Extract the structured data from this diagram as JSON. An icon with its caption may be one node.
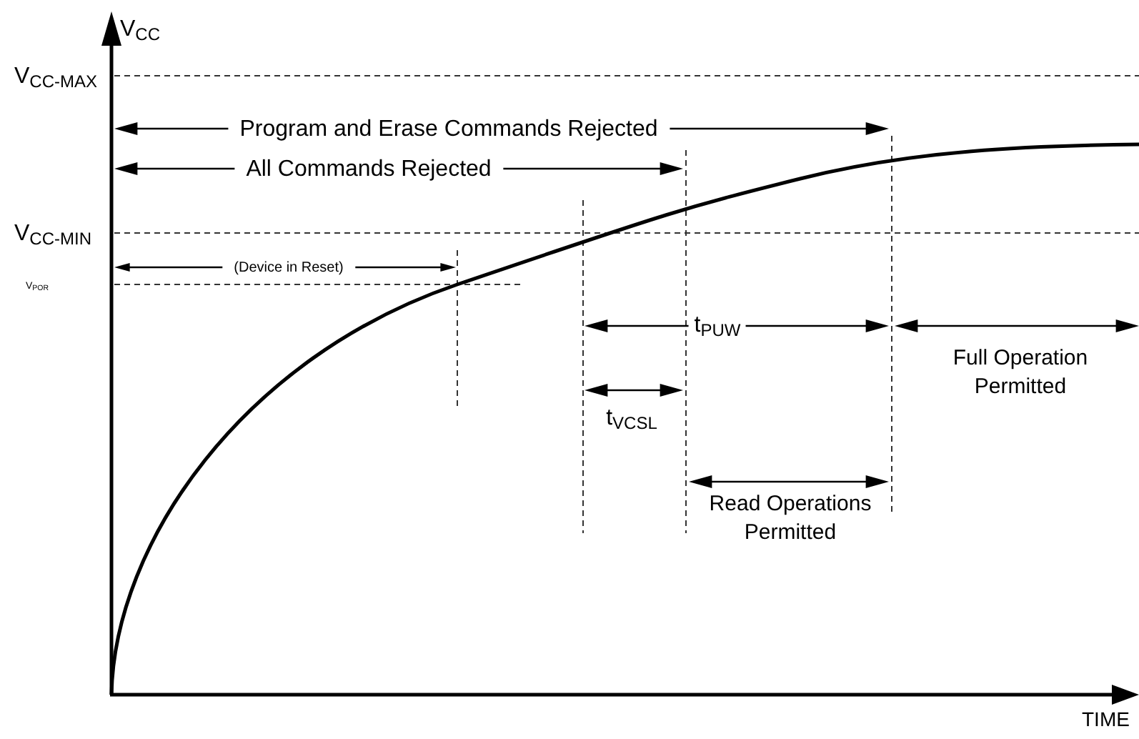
{
  "diagram": {
    "labels": [
      "V$_{CC}$",
      "V$_{CC-MAX}$",
      "Program and Erase Commands Rejected",
      "All Commands Rejected",
      "V$_{CC-MIN}$",
      "(Device in Reset)",
      "V$_{POR}$",
      "t$_{PUW}$",
      "Full Operation Permitted",
      "t$_{VCSL}$",
      "Read Operations Permitted",
      "TIME"
    ]
  }
}
